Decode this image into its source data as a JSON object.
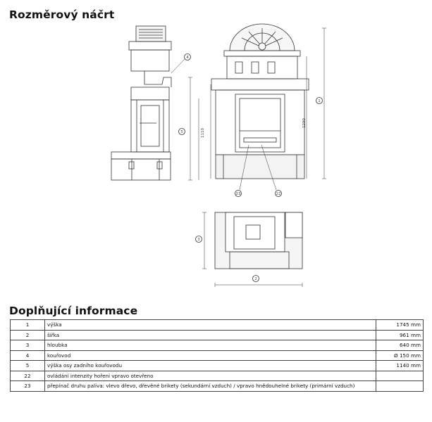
{
  "headings": {
    "sketch": "Rozměrový náčrt",
    "info": "Doplňující informace"
  },
  "callouts": {
    "side_4": "4",
    "side_5": "5",
    "front_1": "1",
    "front_23": "23",
    "front_22": "22",
    "top_3": "3",
    "top_2": "2"
  },
  "dim_labels": {
    "side_height": "1110",
    "front_height": "1290"
  },
  "rows": [
    {
      "num": "1",
      "label": "výška",
      "value": "1745 mm"
    },
    {
      "num": "2",
      "label": "šířka",
      "value": "961 mm"
    },
    {
      "num": "3",
      "label": "hloubka",
      "value": "640 mm"
    },
    {
      "num": "4",
      "label": "kouřovod",
      "value": "Ø 150 mm"
    },
    {
      "num": "5",
      "label": "výška osy zadního kouřovodu",
      "value": "1140 mm"
    },
    {
      "num": "22",
      "label": "ovládání intenzity hoření    vpravo otevřeno",
      "value": ""
    },
    {
      "num": "23",
      "label": "přepínač druhu paliva: vlevo   dřevo, dřevěné brikety (sekundární vzduch) / vpravo   hnědouhelné brikety (primární vzduch)",
      "value": ""
    }
  ]
}
